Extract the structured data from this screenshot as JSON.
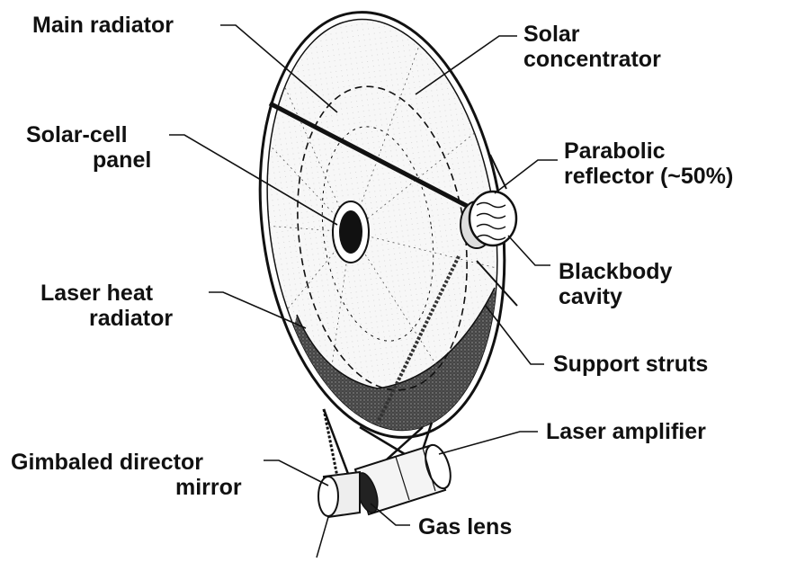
{
  "labels": {
    "main_radiator": "Main radiator",
    "solar_concentrator": [
      "Solar",
      "concentrator"
    ],
    "solar_cell_panel": [
      "Solar-cell",
      "panel"
    ],
    "parabolic_reflector": [
      "Parabolic",
      "reflector (~50%)"
    ],
    "blackbody_cavity": [
      "Blackbody",
      "cavity"
    ],
    "laser_heat_radiator": [
      "Laser heat",
      "radiator"
    ],
    "support_struts": "Support struts",
    "laser_amplifier": "Laser amplifier",
    "gimbaled_director_mirror": [
      "Gimbaled director",
      "mirror"
    ],
    "gas_lens": "Gas lens"
  },
  "colors": {
    "ink": "#111111",
    "panel_fill": "#f2f2f2",
    "dark_radiator": "#3a3a3a",
    "dish_fill": "#fbfbfb"
  }
}
